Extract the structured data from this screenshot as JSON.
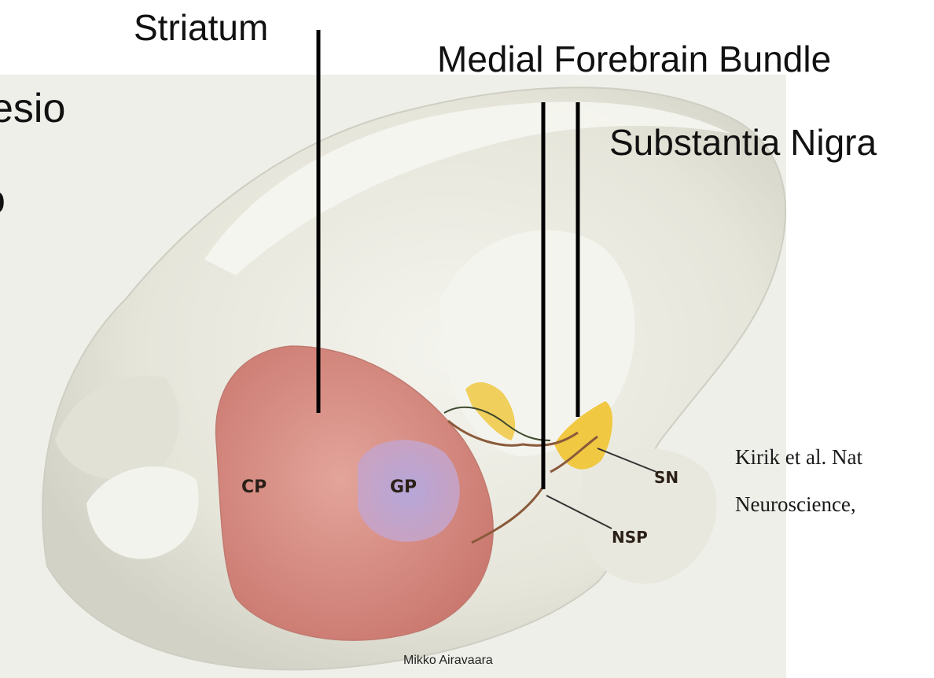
{
  "slide": {
    "cut_text_lines": [
      "esio",
      "o"
    ],
    "labels": {
      "striatum": "Striatum",
      "mfb": "Medial Forebrain Bundle",
      "sn": "Substantia Nigra"
    },
    "citation": [
      "Kirik et al. Nat",
      "Neuroscience,"
    ],
    "footer": "Mikko Airavaara"
  },
  "diagram": {
    "region_labels": {
      "cp": "CP",
      "gp": "GP",
      "sn": "SN",
      "nsp": "NSP"
    }
  },
  "colors": {
    "striatum_fill": "#d98f86",
    "globus_pallidus_fill": "#a8a0d8",
    "substantia_nigra_fill": "#f0c842",
    "pathway_brown": "#8a5a3a",
    "brain_tissue": "#ecebe2"
  }
}
